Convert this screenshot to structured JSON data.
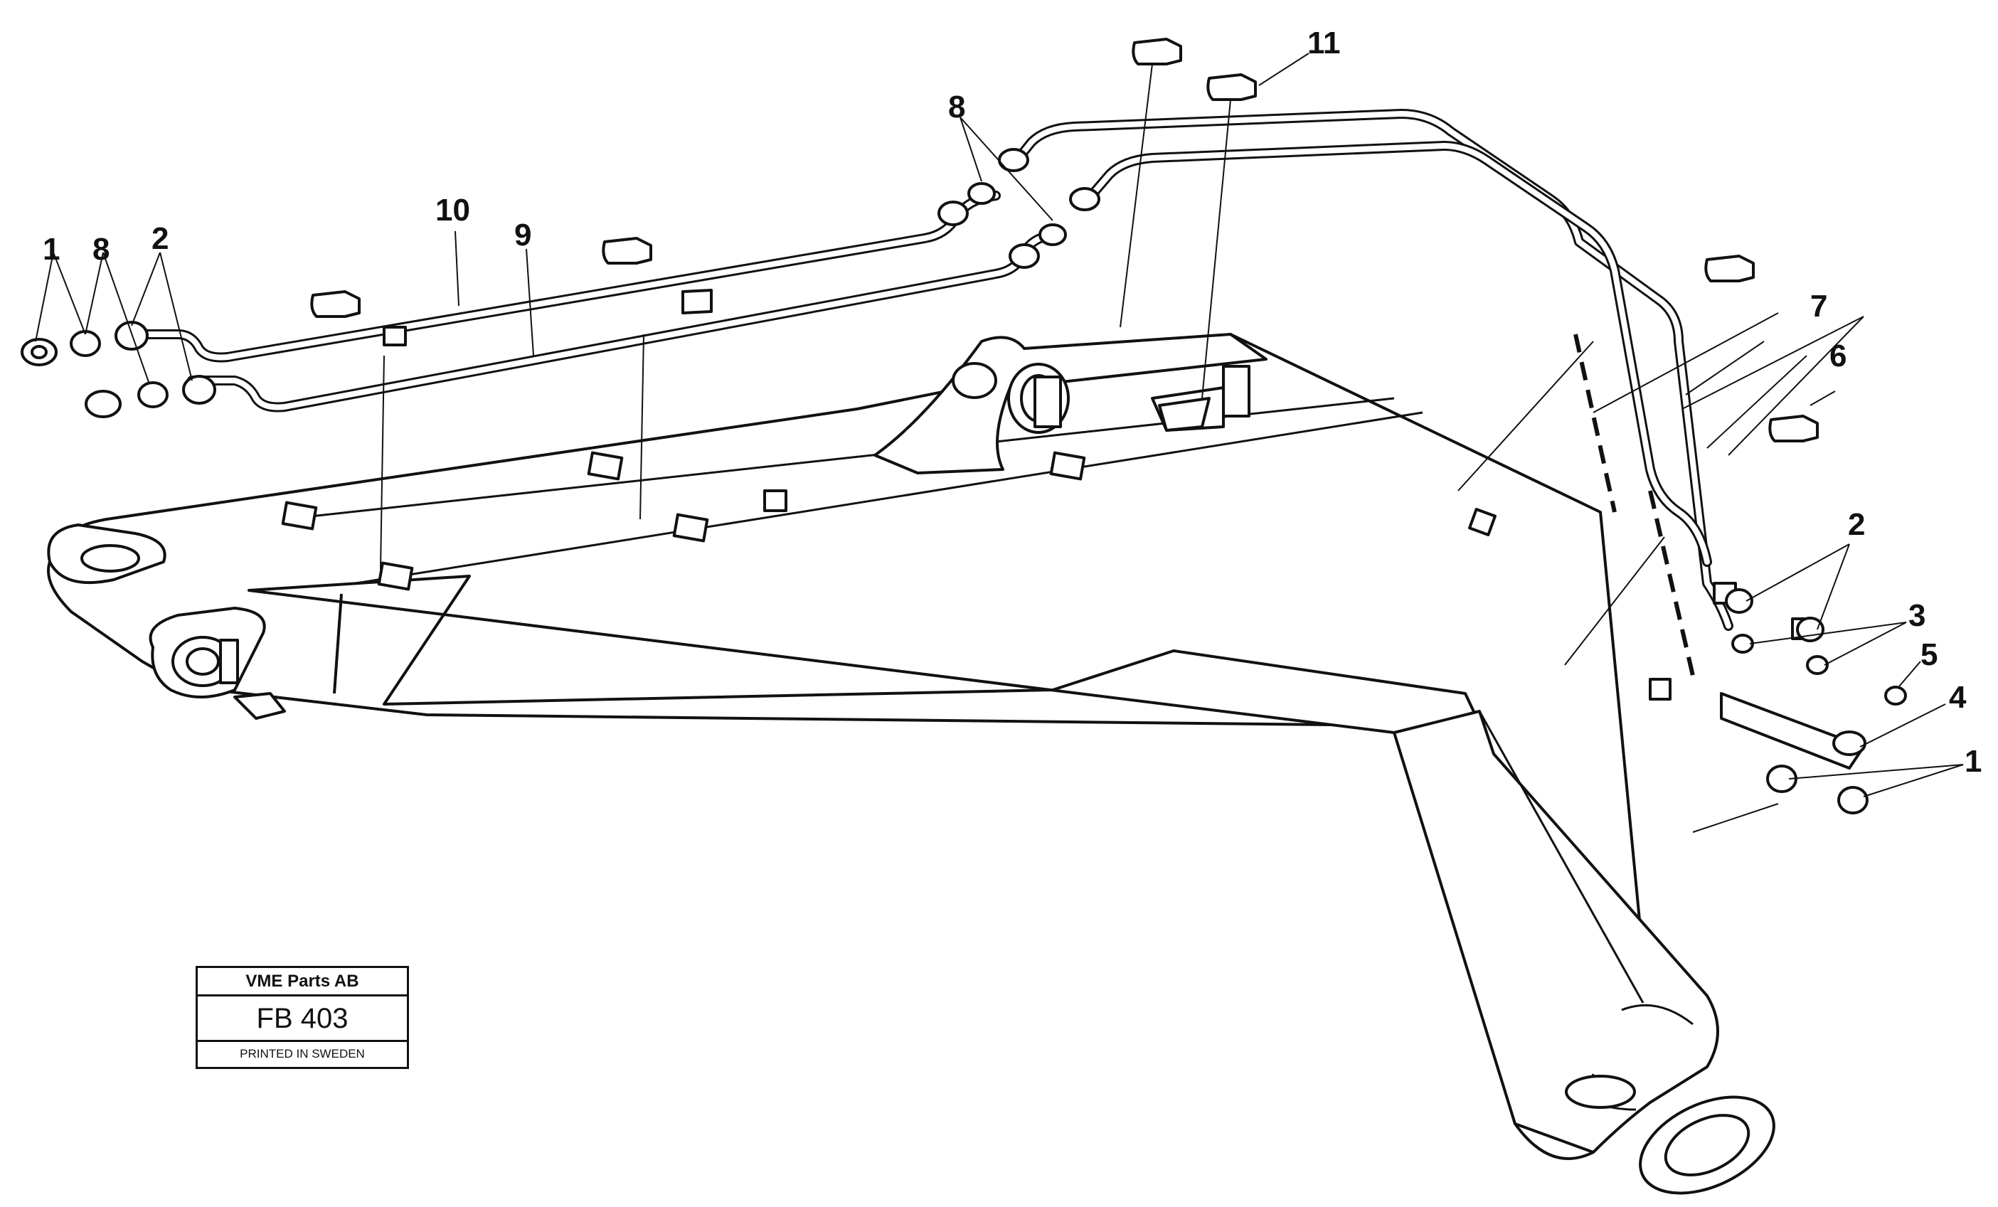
{
  "diagram": {
    "callouts": {
      "c1_left": "1",
      "c8_left": "8",
      "c2_left": "2",
      "c10": "10",
      "c9": "9",
      "c8_mid": "8",
      "c11": "11",
      "c7": "7",
      "c6": "6",
      "c2_right": "2",
      "c3": "3",
      "c5": "5",
      "c4": "4",
      "c1_right": "1"
    }
  },
  "title_block": {
    "company": "VME Parts AB",
    "code": "FB 403",
    "printed": "PRINTED IN SWEDEN"
  }
}
